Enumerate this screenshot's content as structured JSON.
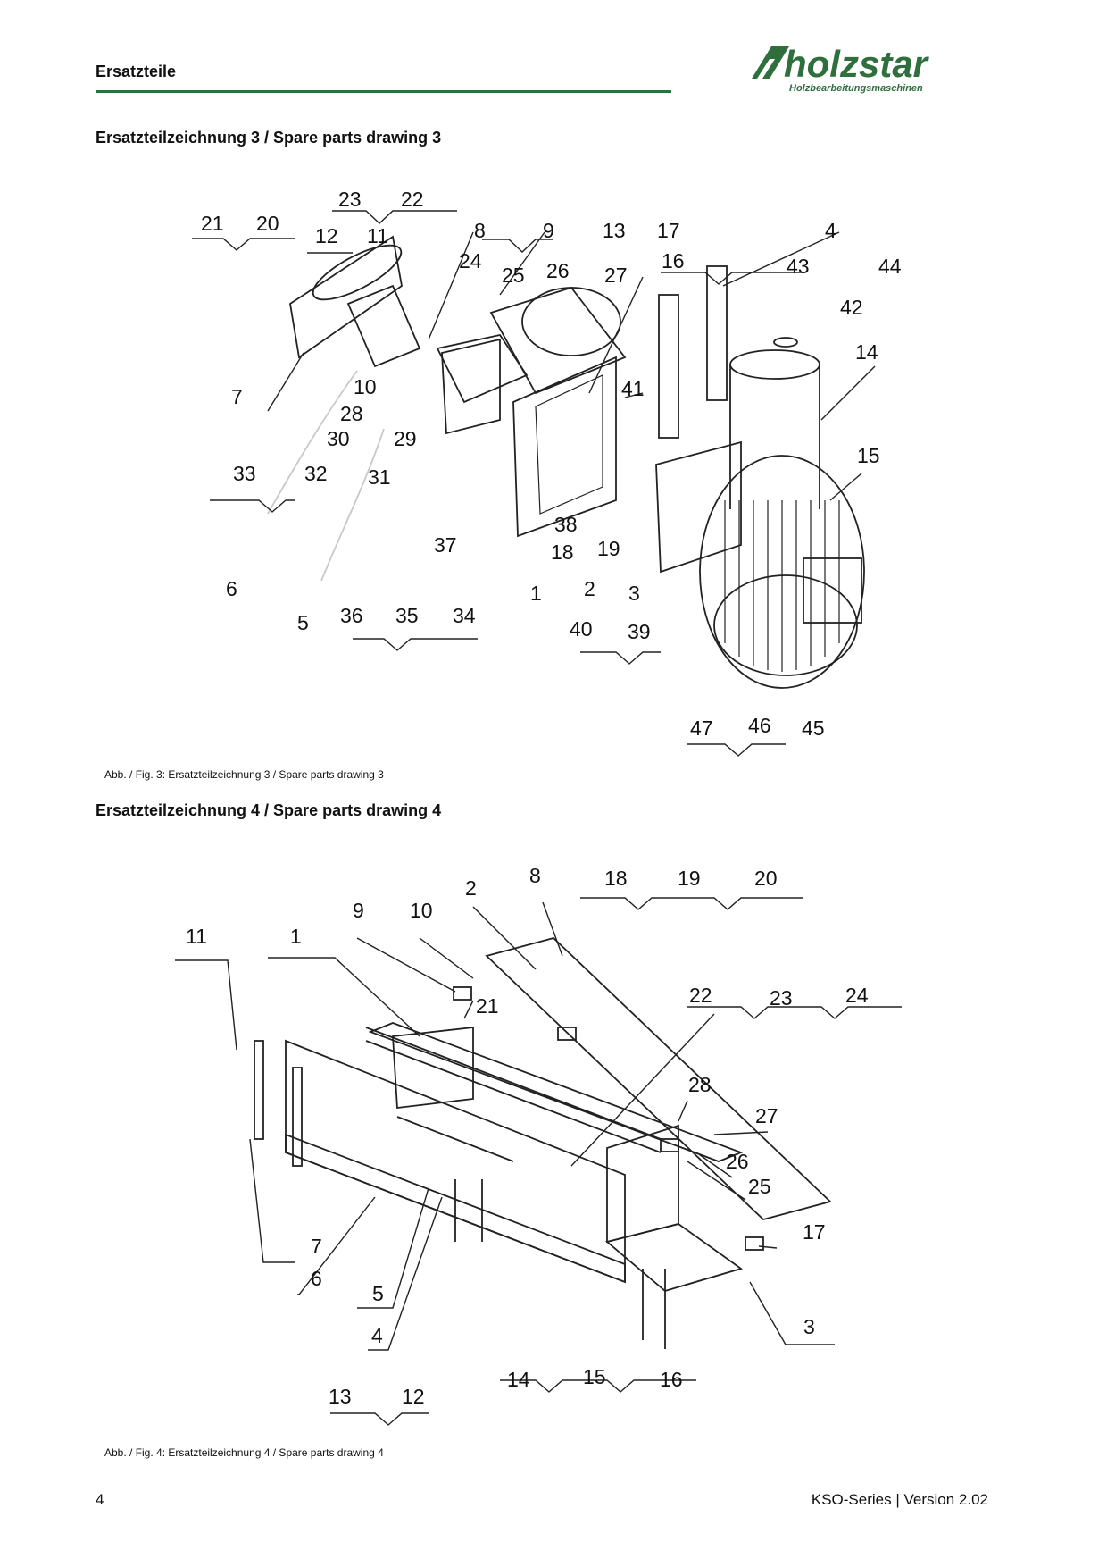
{
  "header": {
    "title": "Ersatzteile",
    "logo_text": "holzstar",
    "logo_sub": "Holzbearbeitungsmaschinen",
    "rule_color": "#2f6f3e",
    "logo_color": "#2f6f3e",
    "logo_icon": "holzstar-logo-icon"
  },
  "section3": {
    "title": "Ersatzteilzeichnung 3 / Spare parts drawing 3",
    "caption": "Abb. / Fig. 3: Ersatzteilzeichnung 3 / Spare parts drawing 3",
    "labels": [
      "21",
      "20",
      "23",
      "22",
      "12",
      "11",
      "8",
      "24",
      "9",
      "13",
      "17",
      "4",
      "25",
      "26",
      "27",
      "16",
      "43",
      "44",
      "42",
      "14",
      "7",
      "10",
      "28",
      "30",
      "29",
      "41",
      "15",
      "33",
      "32",
      "31",
      "38",
      "18",
      "19",
      "37",
      "6",
      "1",
      "2",
      "3",
      "5",
      "36",
      "35",
      "34",
      "40",
      "39",
      "47",
      "46",
      "45"
    ]
  },
  "section4": {
    "title": "Ersatzteilzeichnung 4 / Spare parts drawing 4",
    "caption": "Abb. / Fig. 4: Ersatzteilzeichnung 4 / Spare parts drawing 4",
    "labels": [
      "2",
      "8",
      "18",
      "19",
      "20",
      "9",
      "10",
      "11",
      "1",
      "21",
      "22",
      "23",
      "24",
      "28",
      "27",
      "26",
      "25",
      "17",
      "7",
      "6",
      "5",
      "4",
      "3",
      "13",
      "12",
      "14",
      "15",
      "16"
    ]
  },
  "footer": {
    "page_number": "4",
    "doc_version": "KSO-Series | Version 2.02"
  }
}
